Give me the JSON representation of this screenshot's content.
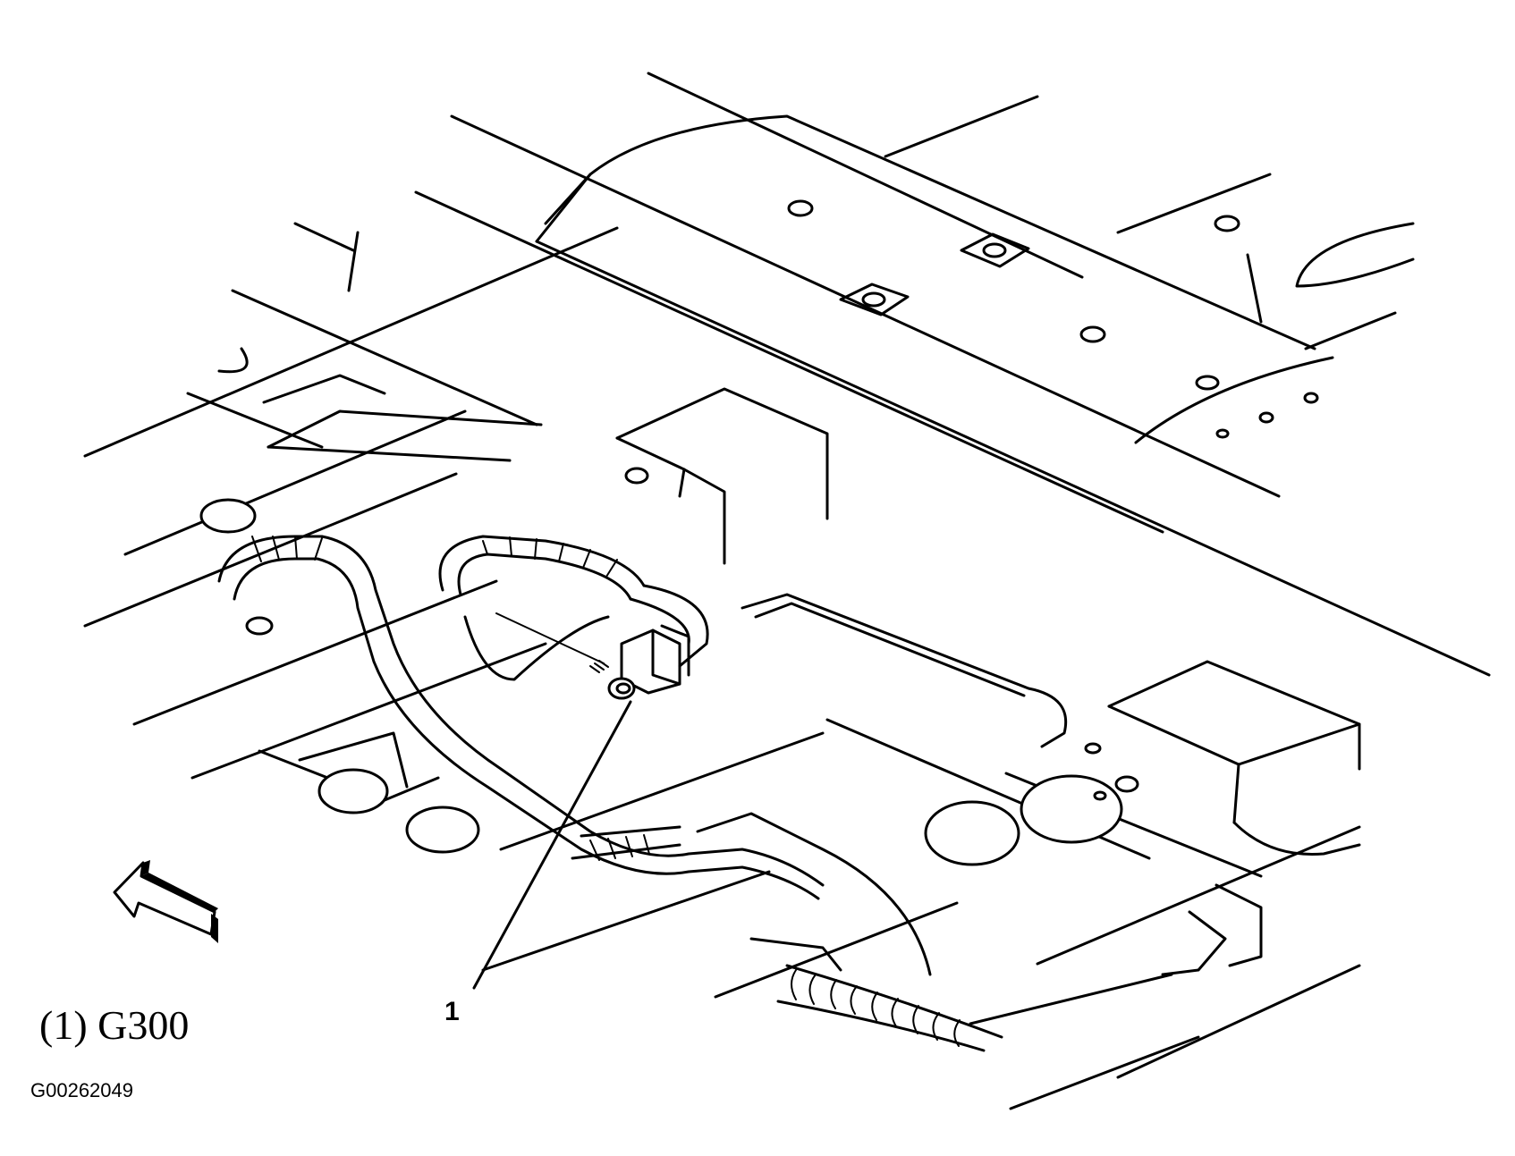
{
  "callout": {
    "number": "1"
  },
  "caption": {
    "text": "(1) G300"
  },
  "figure": {
    "id": "G00262049"
  },
  "icons": {
    "direction_arrow": "front-direction-arrow-icon",
    "ground_bolt": "ground-bolt-icon",
    "harness": "wiring-harness-icon"
  },
  "colors": {
    "line": "#000000",
    "background": "#ffffff"
  }
}
